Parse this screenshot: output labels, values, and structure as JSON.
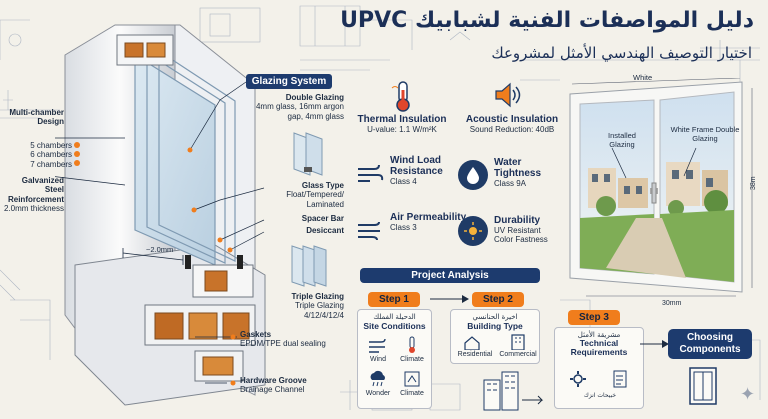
{
  "title": {
    "arabic_main": "دليل المواصفات الفنية لشبابيك UPVC",
    "arabic_sub": "اختيار التوصيف الهندسي الأمثل لمشروعك"
  },
  "section_cross": {
    "multi_chamber": "Multi-chamber Design",
    "chambers": [
      "5 chambers",
      "6 chambers",
      "7 chambers"
    ],
    "galvanized": "Galvanized Steel Reinforcement",
    "galvanized_sub": "2.0mm thickness",
    "dim": "~2.0mm",
    "gaskets": "Gaskets",
    "gaskets_sub": "EPDM/TPE dual sealing",
    "hardware": "Hardware Groove",
    "hardware_sub": "Drainage Channel"
  },
  "glazing": {
    "header": "Glazing System",
    "double_title": "Double Glazing",
    "double_sub": "4mm glass, 16mm argon gap, 4mm glass",
    "glass_type_title": "Glass Type",
    "glass_type_sub": "Float/Tempered/ Laminated",
    "spacer": "Spacer Bar",
    "desiccant": "Desiccant",
    "triple_title": "Triple Glazing",
    "triple_sub1": "Triple Glazing",
    "triple_sub2": "4/12/4/12/4"
  },
  "features": {
    "thermal_title": "Thermal Insulation",
    "thermal_sub": "U-value: 1.1 W/m²K",
    "acoustic_title": "Acoustic Insulation",
    "acoustic_sub": "Sound Reduction: 40dB",
    "wind_title": "Wind Load Resistance",
    "wind_sub": "Class 4",
    "water_title": "Water Tightness",
    "water_sub": "Class 9A",
    "air_title": "Air Permeability",
    "air_sub": "Class 3",
    "durability_title": "Durability",
    "durability_sub1": "UV Resistant",
    "durability_sub2": "Color Fastness"
  },
  "window": {
    "white": "White",
    "installed": "Installed Glazing",
    "white_frame": "White Frame Double Glazing",
    "height": "38m",
    "width": "30mm"
  },
  "analysis": {
    "header": "Project Analysis",
    "step1": "Step 1",
    "step1_ar": "الدحيلة الفملك",
    "step1_title": "Site Conditions",
    "wind": "Wind",
    "climate": "Climate",
    "wonder": "Wonder",
    "climate2": "Climate",
    "step2": "Step 2",
    "step2_ar": "اخيرة الحنانسي",
    "step2_title": "Building Type",
    "residential": "Residential",
    "commercial": "Commercial",
    "step3": "Step 3",
    "step3_ar": "مشريقة الأمثل",
    "step3_title": "Technical Requirements",
    "step3_small": "خبيحات انزك",
    "choose": "Choosing Components"
  },
  "colors": {
    "navy": "#1d3b6e",
    "orange": "#f07d1c",
    "background": "#f3f1ea",
    "line": "#8793a6"
  }
}
